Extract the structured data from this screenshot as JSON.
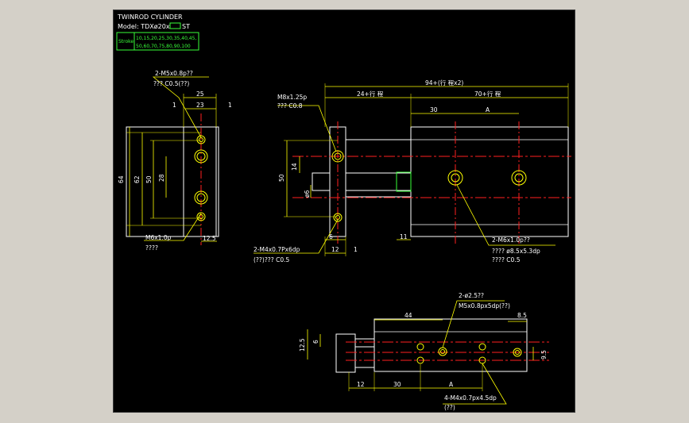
{
  "header": {
    "title": "TWINROD CYLINDER",
    "model_prefix": "Model: TDXø20x",
    "model_suffix": "ST",
    "stroke_label": "Stroke",
    "stroke_line1": "10,15,20,25,30,35,40,45,",
    "stroke_line2": "50,60,70,75,80,90,100"
  },
  "side_view": {
    "note_top_1": "2-M5x0.8p??",
    "note_top_2": "??? C0.5(??)",
    "dim_25": "25",
    "dim_23": "23",
    "dim_1a": "1",
    "dim_1b": "1",
    "dim_64": "64",
    "dim_62": "62",
    "dim_50": "50",
    "dim_28": "28",
    "note_bottom_1": "M6x1.0p",
    "note_bottom_2": "????",
    "dim_12_5": "12.5"
  },
  "front_view": {
    "note_top_1": "M8x1.25p",
    "note_top_2": "??? C0.8",
    "dim_total": "94+(行 程x2)",
    "dim_24": "24+行 程",
    "dim_70": "70+行 程",
    "dim_30": "30",
    "dim_A": "A",
    "dim_50": "50",
    "dim_14": "14",
    "dim_phi": "ø6",
    "dim_6": "6",
    "dim_11": "11",
    "dim_12": "12",
    "dim_1": "1",
    "note_left_1": "2-M4x0.7Px6dp",
    "note_left_2": "(??)??? C0.5",
    "note_right_1": "2-M6x1.0p??",
    "note_right_2": "???? ø8.5x5.3dp",
    "note_right_3": "???? C0.5"
  },
  "bottom_view": {
    "note_top_1": "2-ø2.5??",
    "note_top_2": "M5x0.8px5dp(??)",
    "dim_44": "44",
    "dim_8_5": "8.5",
    "dim_12_5": "12.5",
    "dim_6": "6",
    "dim_9_5": "9.5",
    "dim_12": "12",
    "dim_30": "30",
    "dim_A": "A",
    "note_bottom_1": "4-M4x0.7px4.5dp",
    "note_bottom_2": "(??)"
  },
  "colors": {
    "background": "#000000",
    "outline": "#ffffff",
    "dimension": "#ffff00",
    "centerline": "#ff2020",
    "legend": "#39ff39"
  }
}
